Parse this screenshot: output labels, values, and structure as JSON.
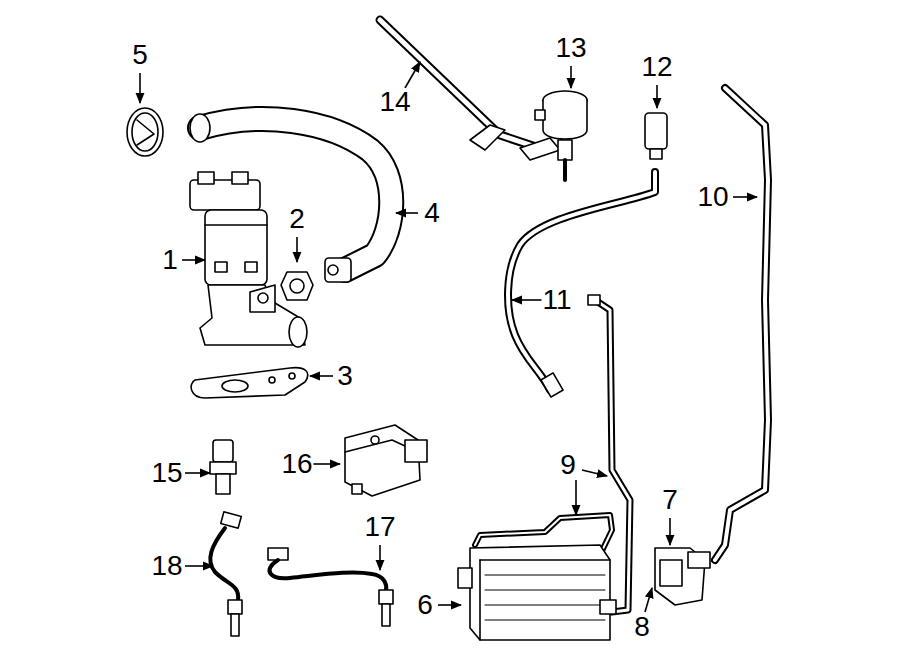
{
  "diagram": {
    "labels": [
      "5",
      "13",
      "12",
      "14",
      "10",
      "2",
      "4",
      "1",
      "11",
      "3",
      "9",
      "7",
      "15",
      "16",
      "18",
      "17",
      "6",
      "8"
    ]
  }
}
